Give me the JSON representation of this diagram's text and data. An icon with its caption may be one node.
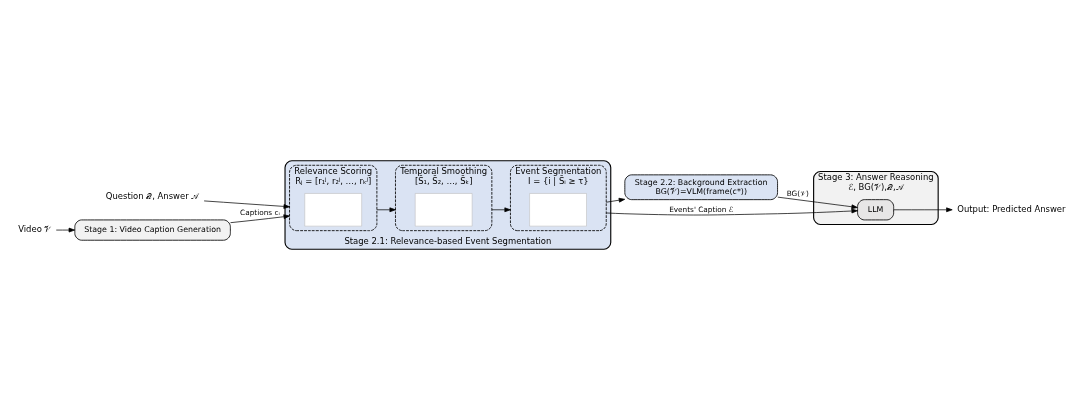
{
  "diagram": {
    "nodes": [
      {
        "text": [
          "Question 𝒬, Answer 𝒜"
        ]
      },
      {
        "text": [
          "Video 𝒱"
        ]
      },
      {
        "text": [
          "Stage 1: Video Caption Generation"
        ]
      },
      {
        "text": [
          "Stage 2.1: Relevance-based Event Segmentation"
        ]
      },
      {
        "text": [
          "Relevance Scoring",
          "Rⱼ = [r₁ʲ, r₂ʲ, …, rₖʲ]"
        ],
        "in": 3
      },
      {
        "text": [],
        "shape": "box",
        "in": 4
      },
      {
        "text": [
          "Temporal Smoothing",
          "[S̄₁, S̄₂, …, S̄ₖ]"
        ],
        "in": 3
      },
      {
        "text": [],
        "shape": "box",
        "in": 6
      },
      {
        "text": [
          "Event Segmentation",
          "I = {i | S̄ᵢ ≥ τ}"
        ],
        "in": 3
      },
      {
        "text": [],
        "shape": "box",
        "in": 8
      },
      {
        "text": [
          "Stage 2.2: Background Extraction",
          "BG(𝒱)=VLM(frame(c*))"
        ]
      },
      {
        "text": [
          "Stage 3: Answer Reasoning",
          "ℰ, BG(𝒱),𝒬,𝒜"
        ]
      },
      {
        "text": [
          "LLM"
        ],
        "in": 11
      },
      {
        "text": [
          "Output: Predicted Answer"
        ]
      }
    ],
    "edges": [
      {
        "from": 0,
        "to": 4,
        "arrow": "to"
      },
      {
        "from": 1,
        "to": 2,
        "arrow": "to"
      },
      {
        "from": 2,
        "to": 4,
        "arrow": "to",
        "label": "Captions cᵢ"
      },
      {
        "from": 4,
        "to": 6,
        "arrow": "to"
      },
      {
        "from": 6,
        "to": 8,
        "arrow": "to"
      },
      {
        "from": 8,
        "to": 10,
        "arrow": "to"
      },
      {
        "from": 10,
        "to": 12,
        "arrow": "to",
        "label": "BG(𝒱)"
      },
      {
        "from": 8,
        "to": 12,
        "arrow": "to",
        "label": "Events' Caption ℰ"
      },
      {
        "from": 12,
        "to": 13,
        "arrow": "to"
      }
    ]
  }
}
